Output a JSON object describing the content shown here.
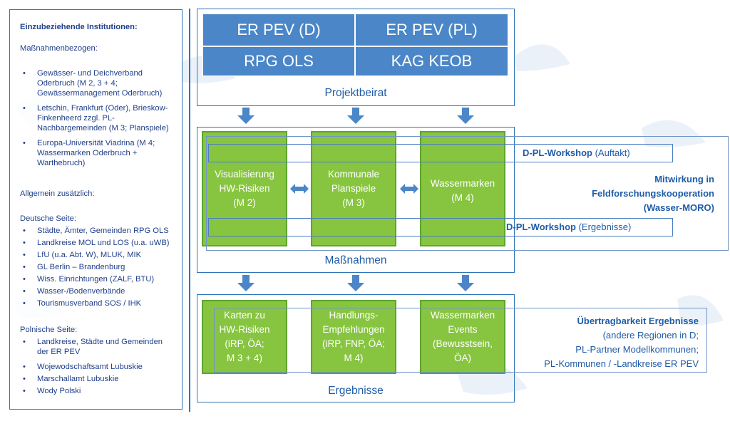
{
  "colors": {
    "blue": "#4a86c8",
    "green": "#87c540",
    "text_blue": "#1f5ca8",
    "frame": "#2e75b6"
  },
  "left_panel": {
    "title": "Einzubeziehende Institutionen:",
    "measures_heading": "Maßnahmenbezogen:",
    "measures_items": [
      [
        "Gewässer- und Deichverband",
        "Oderbruch (M 2, 3 + 4;",
        "Gewässermanagement Oderbruch)"
      ],
      [
        "Letschin, Frankfurt (Oder), Brieskow-",
        "Finkenheerd zzgl. PL-",
        "Nachbargemeinden (M 3; Planspiele)"
      ],
      [
        "Europa-Universität Viadrina (M 4;",
        "Wassermarken Oderbruch +",
        "Warthebruch)"
      ]
    ],
    "general_heading": "Allgemein zusätzlich:",
    "german_heading": "Deutsche Seite:",
    "german_items": [
      "Städte, Ämter, Gemeinden RPG OLS",
      "Landkreise MOL und LOS (u.a. uWB)",
      "LfU (u.a. Abt. W), MLUK, MIK",
      "GL Berlin – Brandenburg",
      "Wiss. Einrichtungen (ZALF, BTU)",
      "Wasser-/Bodenverbände",
      "Tourismusverband SOS / IHK"
    ],
    "polish_heading": "Polnische Seite:",
    "polish_items": [
      [
        "Landkreise, Städte und Gemeinden",
        "der ER PEV"
      ],
      [
        "Wojewodschaftsamt Lubuskie"
      ],
      [
        "Marschallamt Lubuskie"
      ],
      [
        "Wody Polski"
      ]
    ]
  },
  "projektbeirat": {
    "cells": [
      "ER PEV (D)",
      "ER PEV (PL)",
      "RPG OLS",
      "KAG KEOB"
    ],
    "label": "Projektbeirat"
  },
  "massnahmen": {
    "label": "Maßnahmen",
    "boxes": [
      [
        "Visualisierung",
        "HW-Risiken",
        "(M 2)"
      ],
      [
        "Kommunale",
        "Planspiele",
        "(M 3)"
      ],
      [
        "Wassermarken",
        "(M 4)"
      ]
    ],
    "workshop_top_bold": "D-PL-Workshop",
    "workshop_top_rest": " (Auftakt)",
    "workshop_bottom_bold": "D-PL-Workshop",
    "workshop_bottom_rest": " (Ergebnisse)",
    "mitwirkung": [
      "Mitwirkung in",
      "Feldforschungskooperation",
      "(Wasser-MORO)"
    ]
  },
  "ergebnisse": {
    "label": "Ergebnisse",
    "boxes": [
      [
        "Karten zu",
        "HW-Risiken",
        "(iRP, ÖA;",
        "M 3 + 4)"
      ],
      [
        "Handlungs-",
        "Empfehlungen",
        "(iRP, FNP, ÖA;",
        "M 4)"
      ],
      [
        "Wassermarken",
        "Events",
        "(Bewusstsein,",
        "ÖA)"
      ]
    ],
    "transfer_title": "Übertragbarkeit Ergebnisse",
    "transfer_lines": [
      "(andere Regionen in D;",
      "PL-Partner Modellkommunen;",
      "PL-Kommunen / -Landkreise ER PEV"
    ]
  }
}
